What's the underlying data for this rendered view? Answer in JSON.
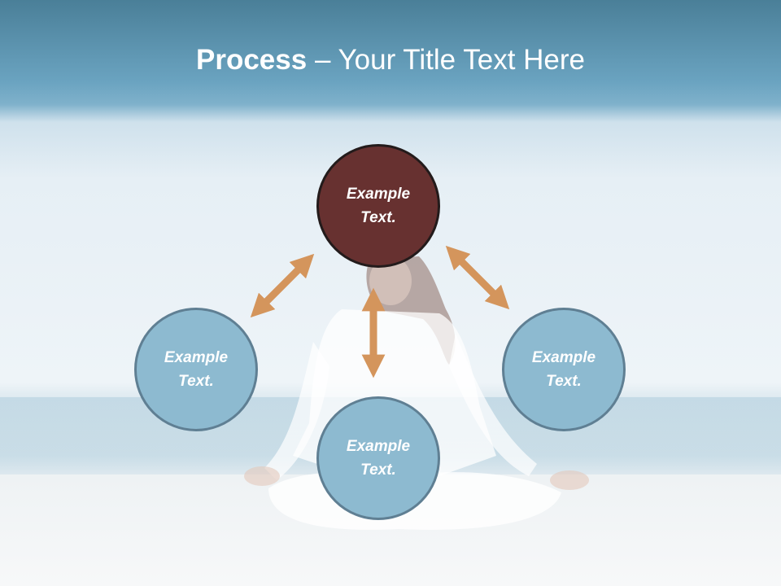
{
  "title": {
    "bold": "Process",
    "rest": " – Your Title Text Here"
  },
  "nodes": {
    "top": {
      "line1": "Example",
      "line2": "Text."
    },
    "left": {
      "line1": "Example",
      "line2": "Text."
    },
    "right": {
      "line1": "Example",
      "line2": "Text."
    },
    "bottom": {
      "line1": "Example",
      "line2": "Text."
    }
  },
  "colors": {
    "top_fill": "#673130",
    "node_fill": "#8dbad0",
    "arrow": "#d4955c"
  }
}
